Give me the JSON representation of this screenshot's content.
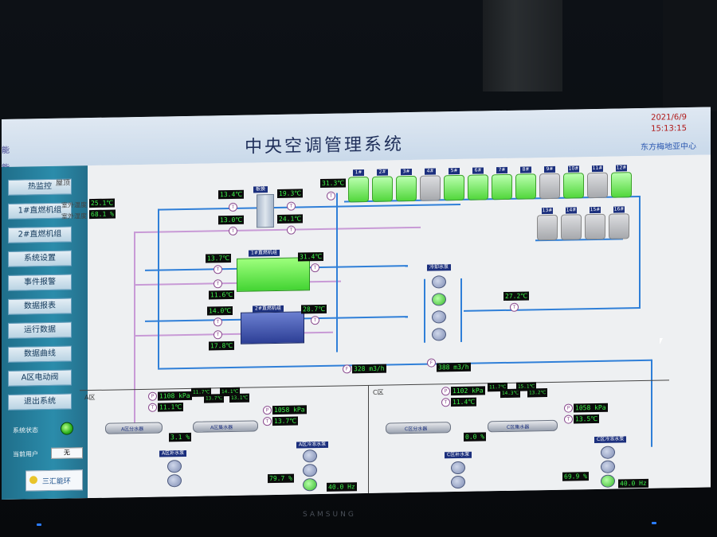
{
  "header": {
    "title": "中央空调管理系统",
    "date": "2021/6/9",
    "time": "15:13:15",
    "company": "东方梅地亚中心",
    "edge_top": "能",
    "edge_bottom": "能"
  },
  "sidebar": {
    "items": [
      "热监控",
      "1#直燃机组",
      "2#直燃机组",
      "系统设置",
      "事件报警",
      "数据报表",
      "运行数据",
      "数据曲线",
      "A区电动阀",
      "退出系统"
    ],
    "status_label": "系统状态",
    "user_label": "当前用户",
    "user_value": "无",
    "logo_text": "三汇能环"
  },
  "main": {
    "section_label": "屋顶",
    "outdoor_temp_label": "室外温度",
    "outdoor_temp_value": "25.1℃",
    "outdoor_humidity_label": "室外湿度",
    "outdoor_humidity_value": "68.1 %",
    "hx_label": "板换",
    "temps": {
      "t1": "13.4℃",
      "t2": "19.3℃",
      "t3": "13.0℃",
      "t4": "24.1℃",
      "t5": "31.3℃",
      "t6": "13.7℃",
      "t7": "31.4℃",
      "t8": "11.6℃",
      "t9": "14.0℃",
      "t10": "28.7℃",
      "t11": "17.8℃",
      "t12": "27.2℃"
    },
    "chiller1_label": "1#直燃机组",
    "chiller2_label": "2#直燃机组",
    "cooling_pump_label": "冷却水泵",
    "towers_top": [
      "1#",
      "2#",
      "3#",
      "4#",
      "5#",
      "6#",
      "7#",
      "8#",
      "9#",
      "10#",
      "11#",
      "12#"
    ],
    "towers_bottom": [
      "13#",
      "14#",
      "15#",
      "16#"
    ],
    "flow_a": "328 m3/h",
    "flow_c": "388 m3/h",
    "zone_a": {
      "label": "A区",
      "pressure1": "1108 kPa",
      "temp1": "11.1℃",
      "valve_pct": "3.1 %",
      "pressure2": "1058 kPa",
      "temp2": "13.7℃",
      "sub_temps": [
        "11.7℃",
        "13.7℃",
        "14.1℃",
        "13.1℃"
      ],
      "supply_drum": "A区分水器",
      "return_drum": "A区集水器",
      "make_up": "A区补水泵",
      "pump_group": "A区冷冻水泵",
      "pump_pct": "79.7 %",
      "freq": "40.0 Hz"
    },
    "zone_c": {
      "label": "C区",
      "pressure1": "1102 kPa",
      "temp1": "11.4℃",
      "valve_pct": "0.0 %",
      "pressure2": "1058 kPa",
      "temp2": "13.5℃",
      "sub_temps": [
        "11.7℃",
        "14.3℃",
        "15.1℃",
        "13.2℃"
      ],
      "supply_drum": "C区分水器",
      "return_drum": "C区集水器",
      "make_up": "C区补水泵",
      "pump_group": "C区冷冻水泵",
      "pump_pct": "69.9 %",
      "freq": "40.0 Hz"
    }
  },
  "monitor": {
    "brand": "SAMSUNG"
  }
}
